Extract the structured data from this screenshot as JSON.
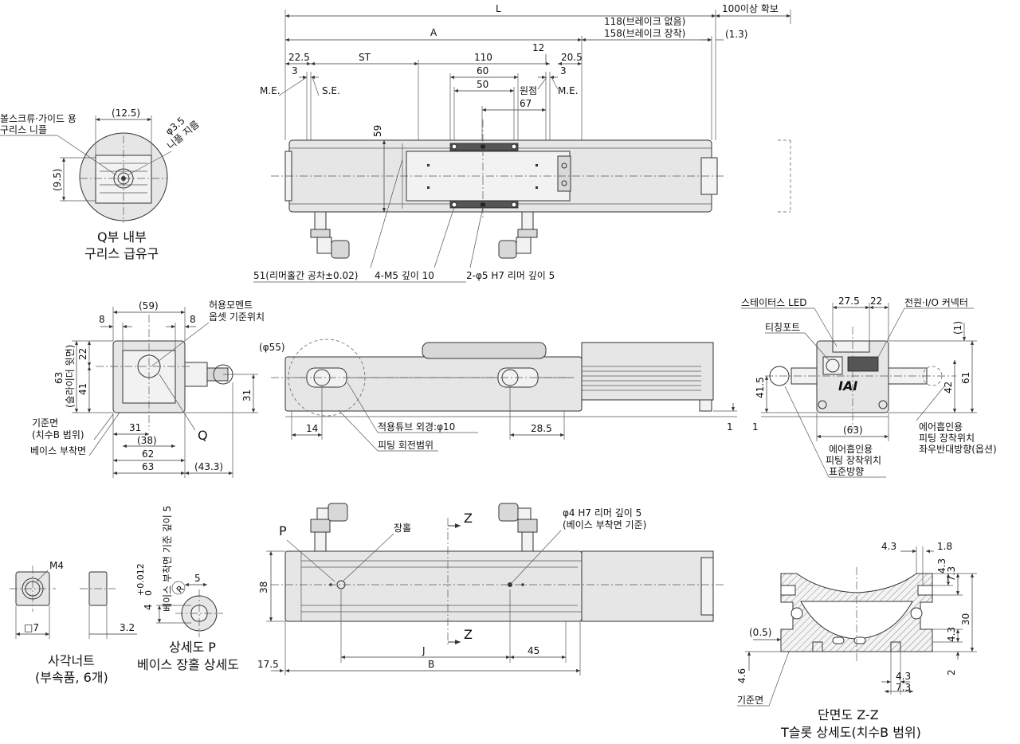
{
  "dims": {
    "L": "L",
    "A": "A",
    "ST": "ST",
    "d100": "100이상 확보",
    "d118": "118(브레이크 없음)",
    "d158": "158(브레이크 장착)",
    "d1_3": "(1.3)",
    "d22_5": "22.5",
    "d110": "110",
    "d12": "12",
    "d20_5": "20.5",
    "d3a": "3",
    "d3b": "3",
    "d60": "60",
    "d50": "50",
    "d67": "67",
    "d59": "59",
    "d12_5": "(12.5)",
    "d9_5": "(9.5)",
    "d59p": "(59)",
    "d8a": "8",
    "d8b": "8",
    "d22": "22",
    "d41": "41",
    "d63v": "63",
    "d31": "31",
    "d31v": "31",
    "d38": "(38)",
    "d62": "62",
    "d63": "63",
    "d43_3": "(43.3)",
    "d55": "(φ55)",
    "d14": "14",
    "d28_5": "28.5",
    "d27_5": "27.5",
    "d22r": "22",
    "d1r": "(1)",
    "d41_5": "41.5",
    "d42": "42",
    "d61": "61",
    "d1a": "1",
    "d1b": "1",
    "d63r": "(63)",
    "d38b": "38",
    "dJ": "J",
    "dB": "B",
    "d45": "45",
    "d17_5": "17.5",
    "d4_3a": "4.3",
    "d1_8": "1.8",
    "d4_3b": "4.3",
    "d7_3a": "7.3",
    "d30": "30",
    "d4_3c": "4.3",
    "d0_5": "(0.5)",
    "d4_6": "4.6",
    "d2": "2",
    "d4_3d": "4.3",
    "d7_3b": "7.3",
    "d7": "□7",
    "d3_2": "3.2",
    "dM4": "M4",
    "d5": "5",
    "dTol": "4",
    "dTolSup": "+0.012",
    "dTolSub": "0"
  },
  "labels": {
    "me_left": "M.E.",
    "se": "S.E.",
    "origin": "원점",
    "me_right": "M.E.",
    "grease1": "볼스크류·가이드 용",
    "grease2": "구리스 니플",
    "nipple1": "φ3.5",
    "nipple2": "니플 지름",
    "q_title1": "Q부 내부",
    "q_title2": "구리스 급유구",
    "c51": "51(리머홀간 공차±0.02)",
    "cM5": "4-M5 깊이 10",
    "cPhi5": "2-φ5 H7 리머 깊이 5",
    "moment1": "허용모멘트",
    "moment2": "옵셋 기준위치",
    "slider1": "(슬라이더 윗면)",
    "refface1": "기준면",
    "refface2": "(치수B 범위)",
    "baseface": "베이스 부착면",
    "q": "Q",
    "tube": "적용튜브 외경:φ10",
    "fitting": "피팅 회전범위",
    "status_led": "스테이터스 LED",
    "teaching": "티칭포트",
    "power_io": "전원·I/O 커넥터",
    "iai": "IAI",
    "air1": "에어흡인용",
    "air2": "피팅 장착위치",
    "air3": "표준방향",
    "air4": "에어흡인용",
    "air5": "피팅 장착위치",
    "air6": "좌우반대방향(옵션)",
    "p": "P",
    "long_hole": "장홀",
    "z1": "Z",
    "z2": "Z",
    "phi4_1": "φ4 H7 리머 깊이 5",
    "phi4_2": "(베이스 부착면 기준)",
    "nut1": "사각너트",
    "nut2": "(부속품, 6개)",
    "detP1": "상세도 P",
    "detP2": "베이스 장홀 상세도",
    "basedepth": "베이스 부착면 기준 깊이 5",
    "r": "R",
    "sec1": "단면도 Z-Z",
    "sec2": "T슬롯 상세도(치수B 범위)",
    "refface3": "기준면"
  }
}
